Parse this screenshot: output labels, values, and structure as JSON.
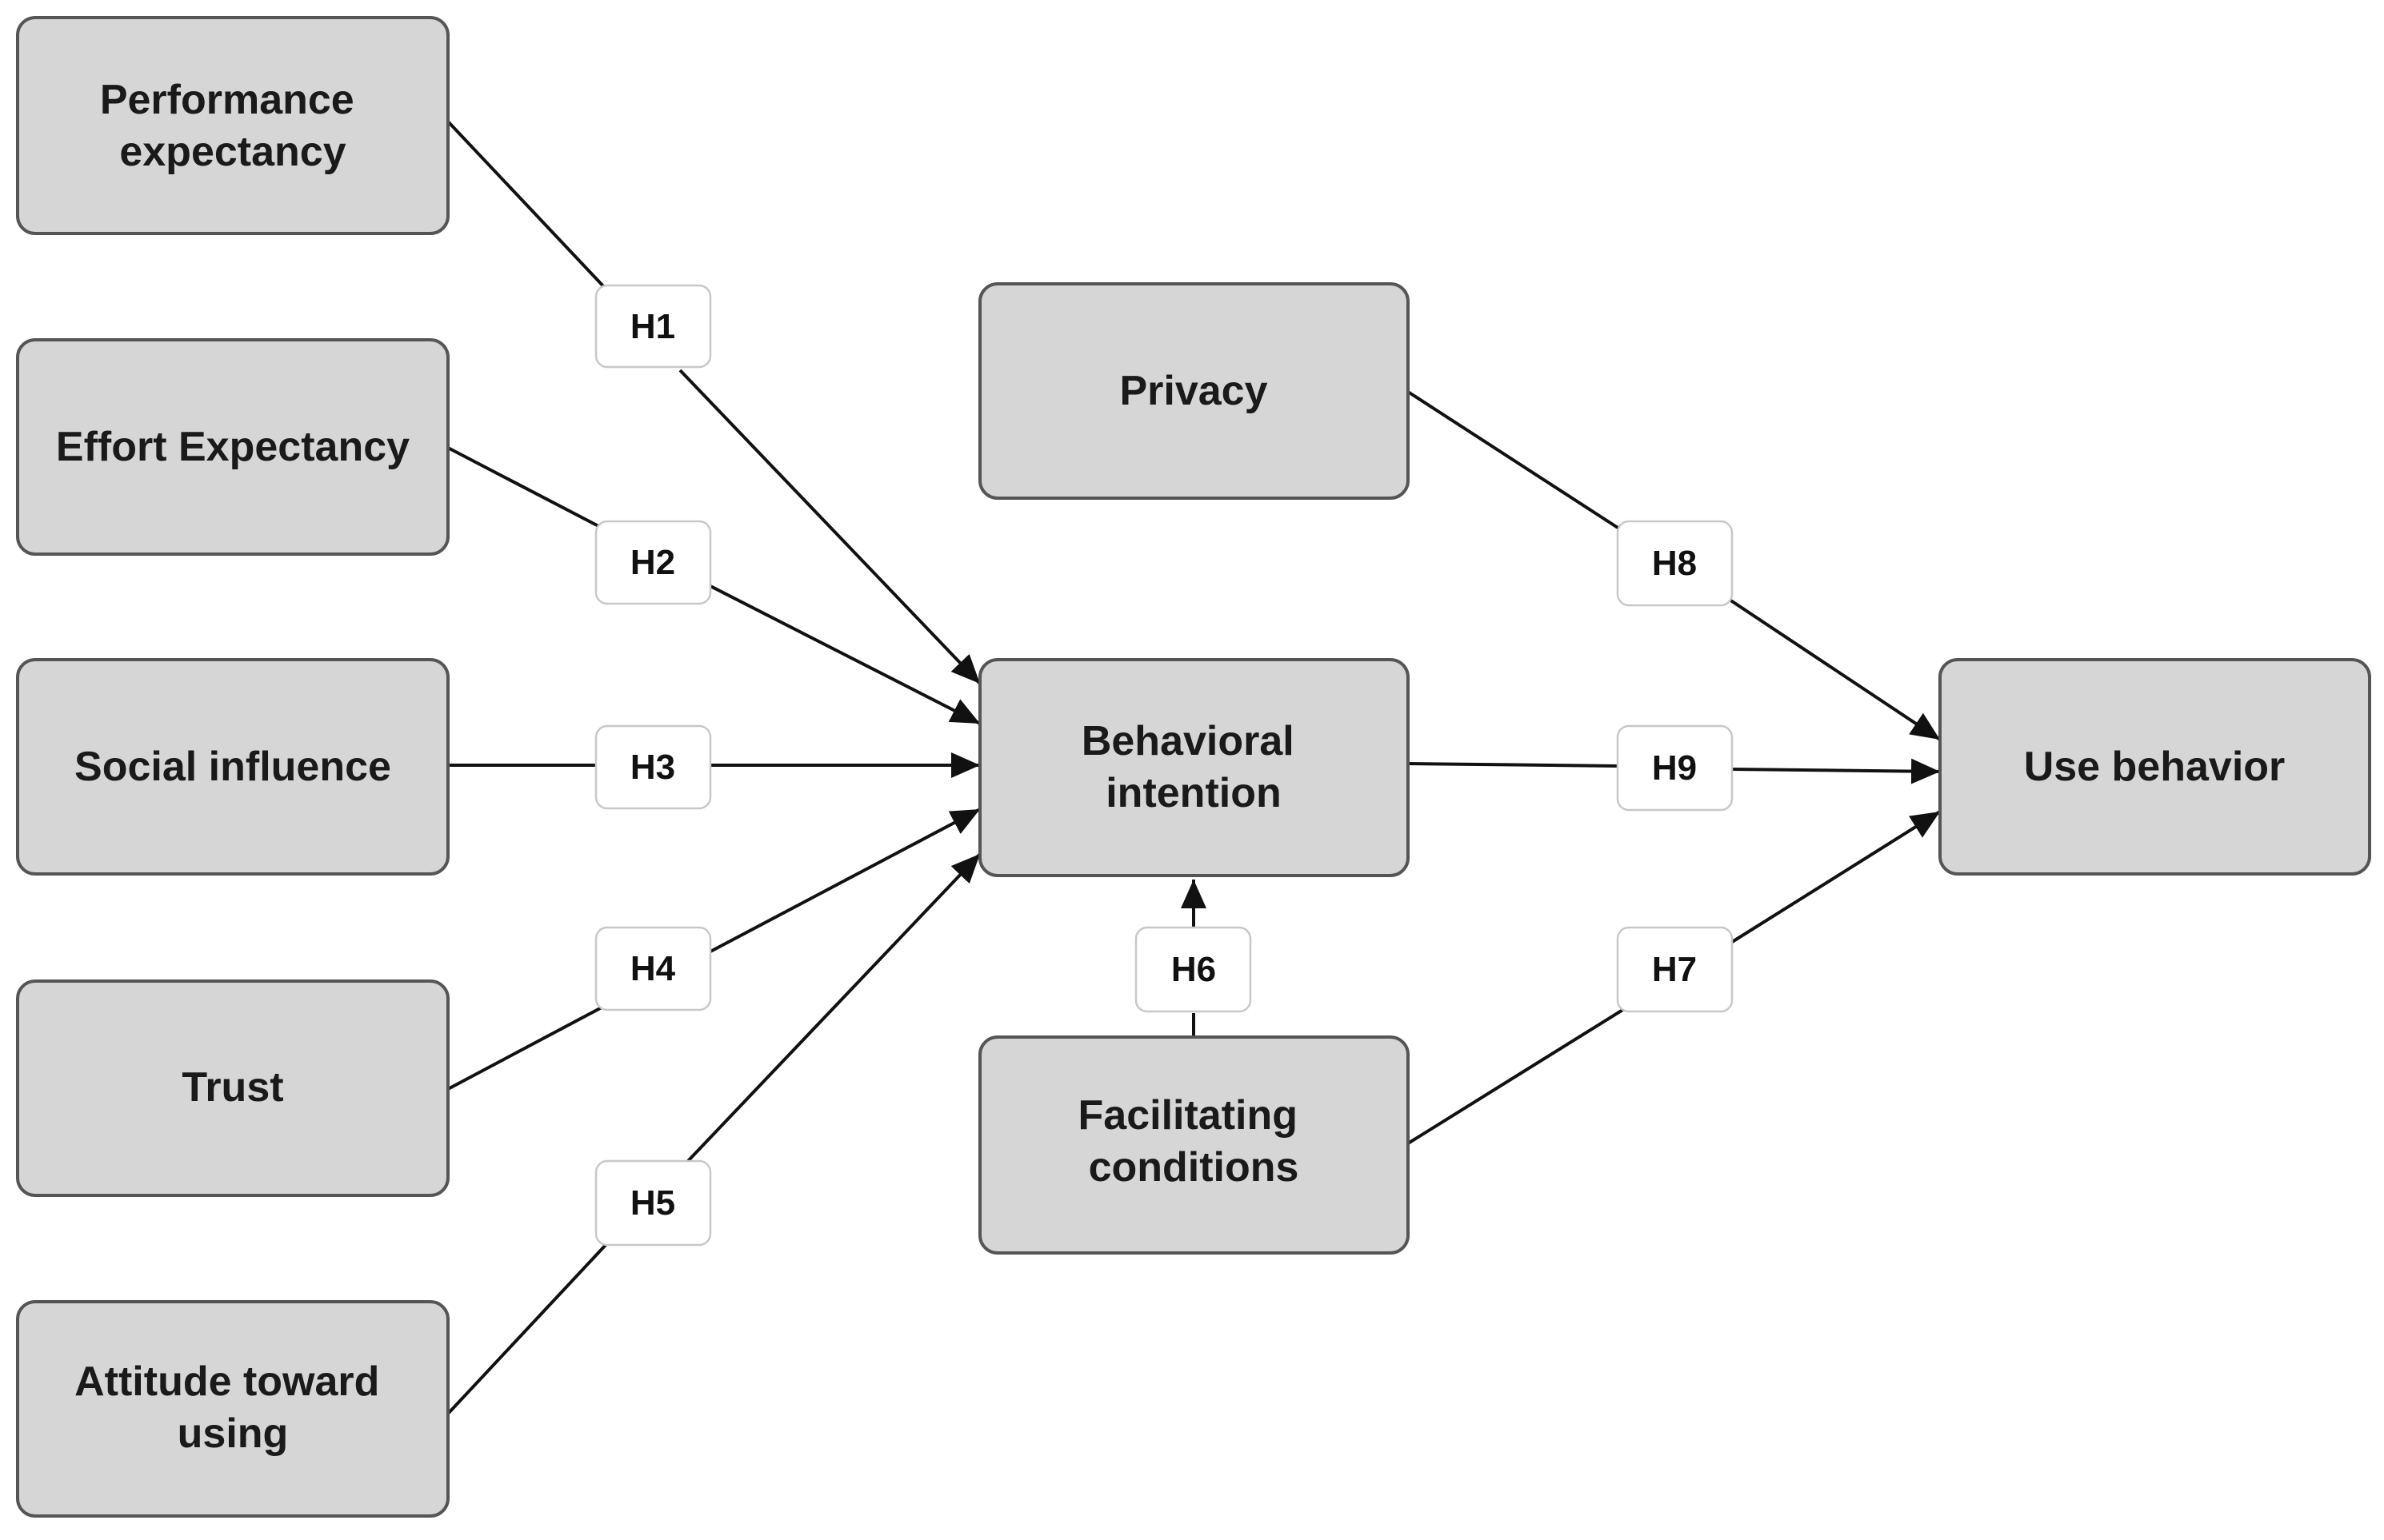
{
  "nodes": {
    "performance_expectancy": [
      "Performance",
      "expectancy"
    ],
    "effort_expectancy": [
      "Effort Expectancy"
    ],
    "social_influence": [
      "Social influence"
    ],
    "trust": [
      "Trust"
    ],
    "attitude_toward_using": [
      "Attitude toward",
      "using"
    ],
    "privacy": [
      "Privacy"
    ],
    "behavioral_intention": [
      "Behavioral",
      "intention"
    ],
    "facilitating_conditions": [
      "Facilitating",
      "conditions"
    ],
    "use_behavior": [
      "Use behavior"
    ]
  },
  "hypotheses": {
    "h1": "H1",
    "h2": "H2",
    "h3": "H3",
    "h4": "H4",
    "h5": "H5",
    "h6": "H6",
    "h7": "H7",
    "h8": "H8",
    "h9": "H9"
  },
  "edges": [
    {
      "from": "performance_expectancy",
      "to": "behavioral_intention",
      "label": "h1"
    },
    {
      "from": "effort_expectancy",
      "to": "behavioral_intention",
      "label": "h2"
    },
    {
      "from": "social_influence",
      "to": "behavioral_intention",
      "label": "h3"
    },
    {
      "from": "trust",
      "to": "behavioral_intention",
      "label": "h4"
    },
    {
      "from": "attitude_toward_using",
      "to": "behavioral_intention",
      "label": "h5"
    },
    {
      "from": "facilitating_conditions",
      "to": "behavioral_intention",
      "label": "h6"
    },
    {
      "from": "facilitating_conditions",
      "to": "use_behavior",
      "label": "h7"
    },
    {
      "from": "privacy",
      "to": "use_behavior",
      "label": "h8"
    },
    {
      "from": "behavioral_intention",
      "to": "use_behavior",
      "label": "h9"
    }
  ],
  "colors": {
    "box_fill": "#d6d6d6",
    "box_stroke": "#555555",
    "edge": "#111111",
    "label_fill": "#ffffff"
  }
}
